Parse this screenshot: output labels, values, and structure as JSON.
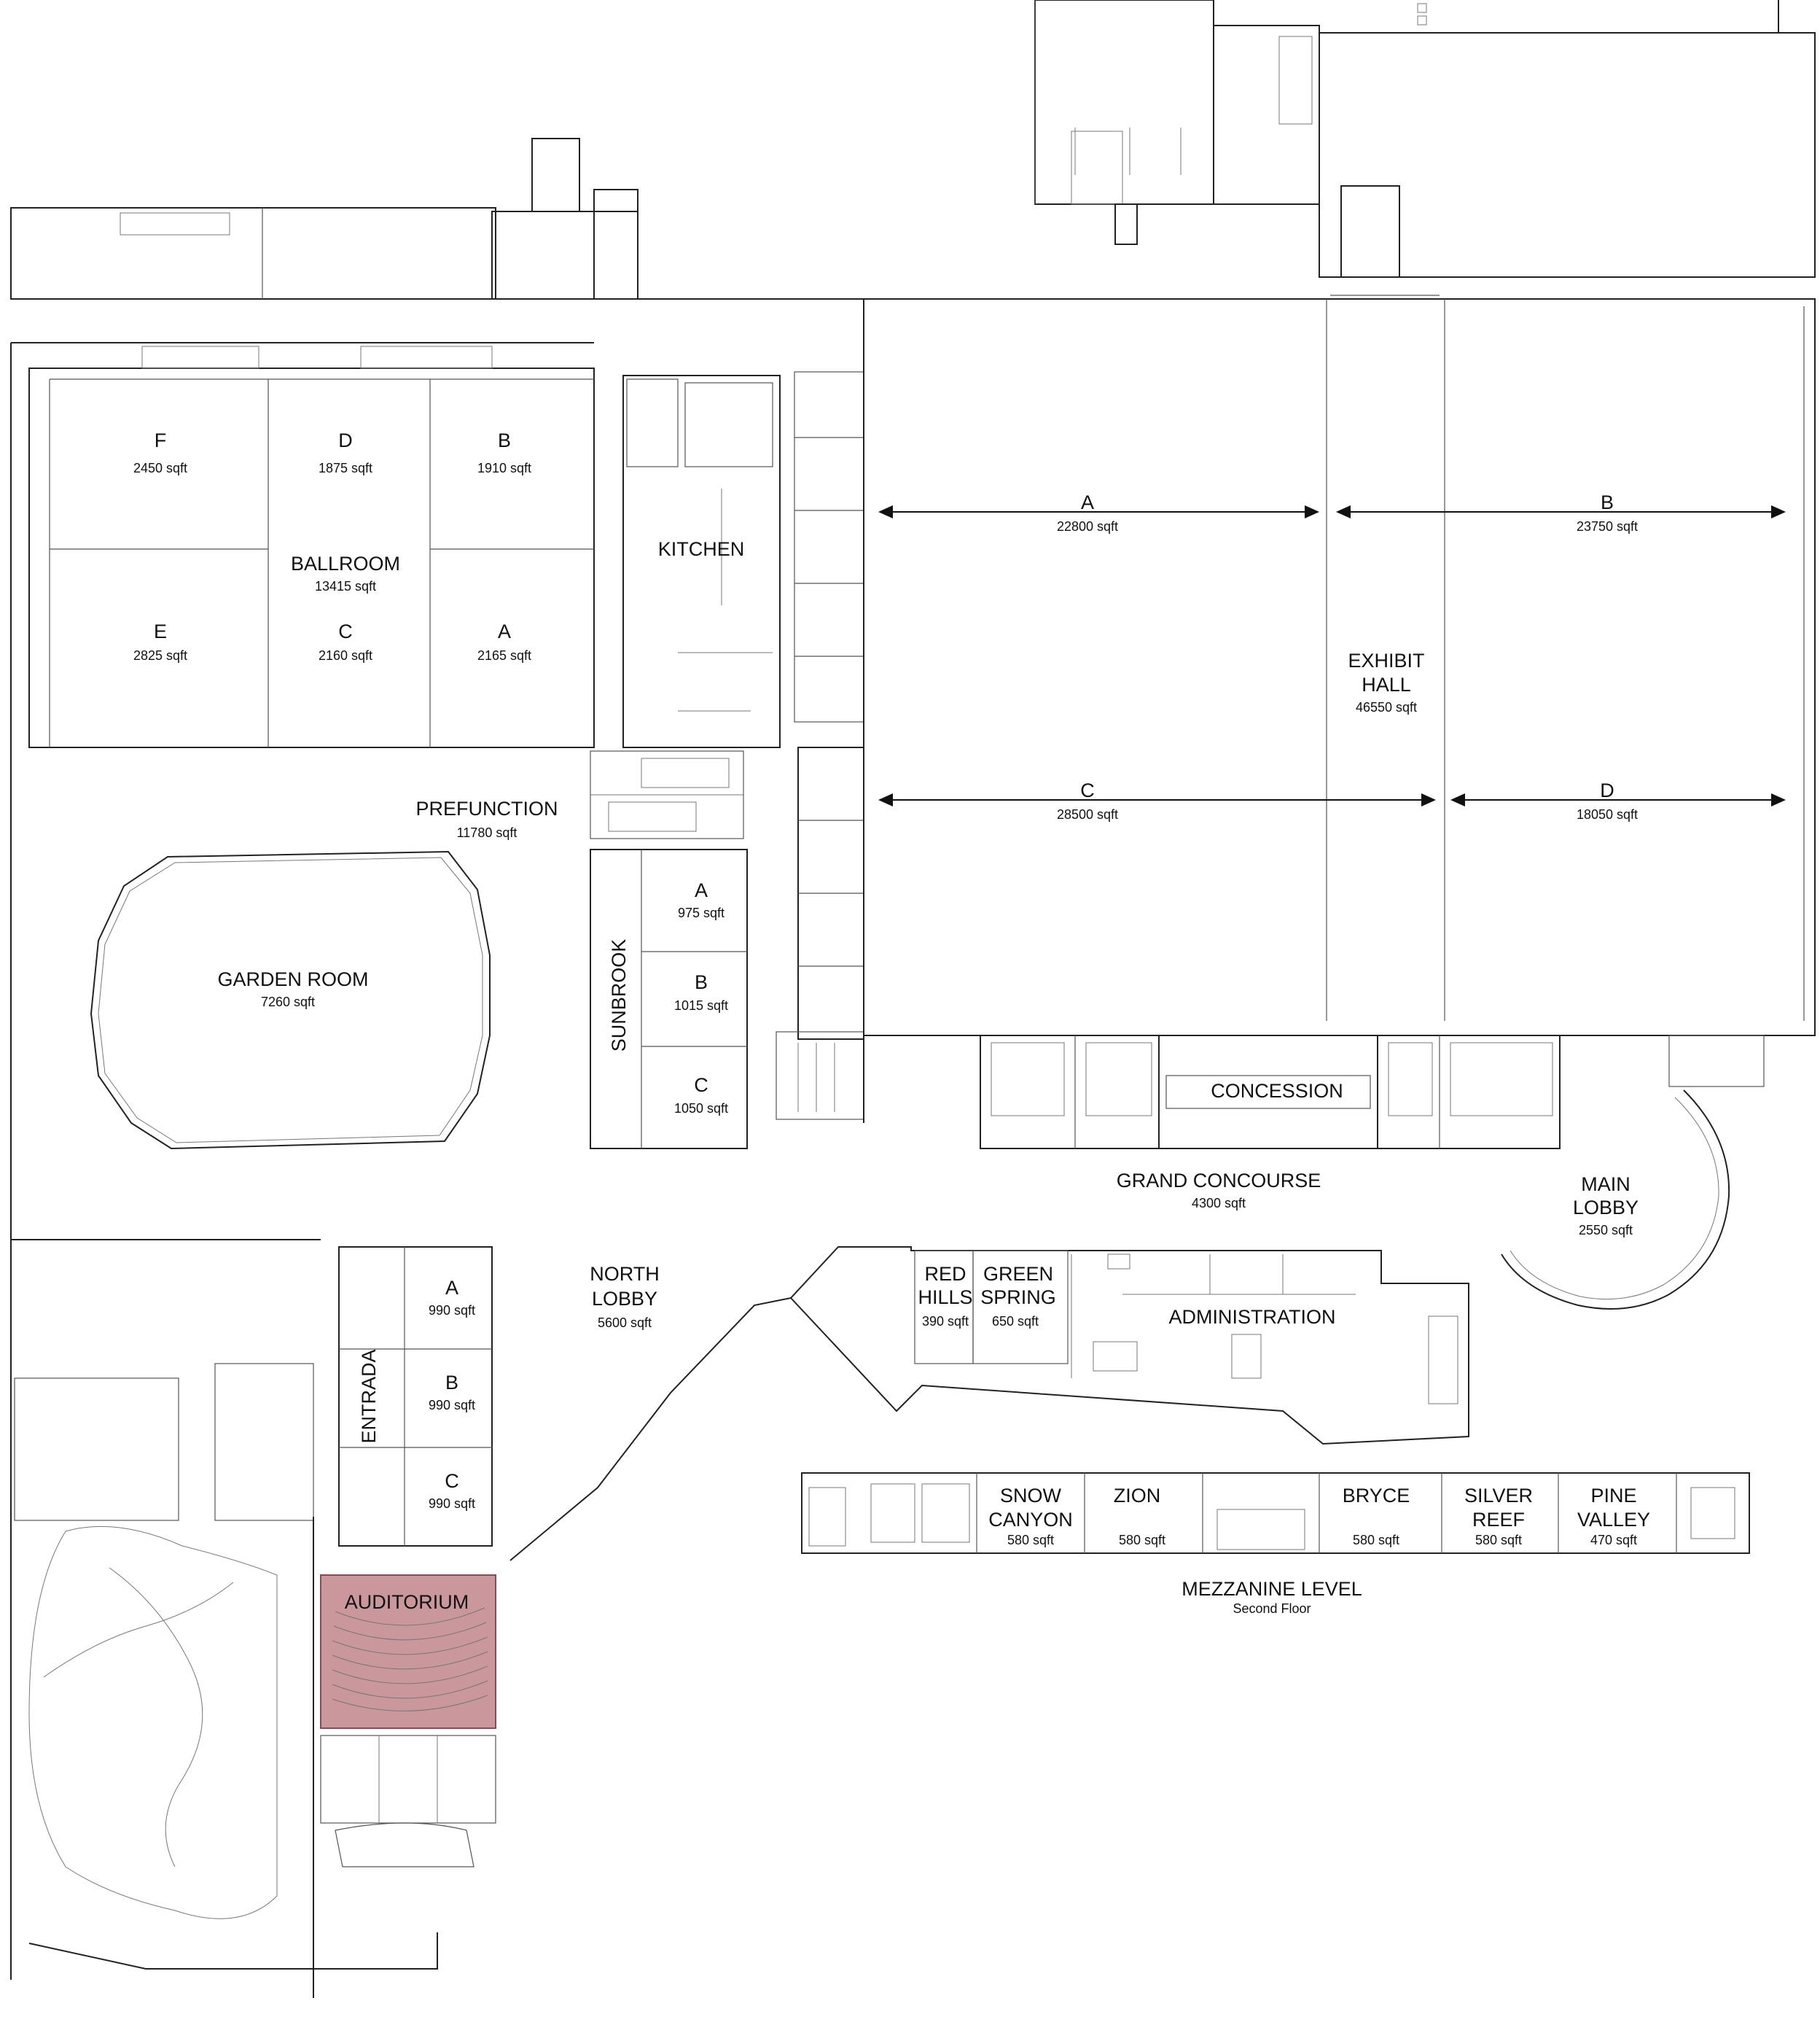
{
  "rooms": {
    "ballroom_f": {
      "name": "F",
      "area": "2450 sqft"
    },
    "ballroom_d": {
      "name": "D",
      "area": "1875 sqft"
    },
    "ballroom_b": {
      "name": "B",
      "area": "1910 sqft"
    },
    "ballroom": {
      "name": "BALLROOM",
      "area": "13415 sqft"
    },
    "ballroom_e": {
      "name": "E",
      "area": "2825 sqft"
    },
    "ballroom_c": {
      "name": "C",
      "area": "2160 sqft"
    },
    "ballroom_a": {
      "name": "A",
      "area": "2165 sqft"
    },
    "kitchen": {
      "name": "KITCHEN"
    },
    "exhibit_a": {
      "name": "A",
      "area": "22800 sqft"
    },
    "exhibit_b": {
      "name": "B",
      "area": "23750 sqft"
    },
    "exhibit_hall": {
      "name_line1": "EXHIBIT",
      "name_line2": "HALL",
      "area": "46550 sqft"
    },
    "exhibit_c": {
      "name": "C",
      "area": "28500 sqft"
    },
    "exhibit_d": {
      "name": "D",
      "area": "18050 sqft"
    },
    "prefunction": {
      "name": "PREFUNCTION",
      "area": "11780 sqft"
    },
    "garden_room": {
      "name": "GARDEN  ROOM",
      "area": "7260 sqft"
    },
    "sunbrook": {
      "name": "SUNBROOK"
    },
    "sunbrook_a": {
      "name": "A",
      "area": "975 sqft"
    },
    "sunbrook_b": {
      "name": "B",
      "area": "1015 sqft"
    },
    "sunbrook_c": {
      "name": "C",
      "area": "1050 sqft"
    },
    "concession": {
      "name": "CONCESSION"
    },
    "grand_concourse": {
      "name": "GRAND CONCOURSE",
      "area": "4300 sqft"
    },
    "main_lobby": {
      "name_line1": "MAIN",
      "name_line2": "LOBBY",
      "area": "2550 sqft"
    },
    "north_lobby": {
      "name_line1": "NORTH",
      "name_line2": "LOBBY",
      "area": "5600 sqft"
    },
    "red_hills": {
      "name_line1": "RED",
      "name_line2": "HILLS",
      "area": "390 sqft"
    },
    "green_spring": {
      "name_line1": "GREEN",
      "name_line2": "SPRING",
      "area": "650 sqft"
    },
    "administration": {
      "name": "ADMINISTRATION"
    },
    "entrada": {
      "name": "ENTRADA"
    },
    "entrada_a": {
      "name": "A",
      "area": "990 sqft"
    },
    "entrada_b": {
      "name": "B",
      "area": "990 sqft"
    },
    "entrada_c": {
      "name": "C",
      "area": "990 sqft"
    },
    "auditorium": {
      "name": "AUDITORIUM"
    },
    "snow_canyon": {
      "name_line1": "SNOW",
      "name_line2": "CANYON",
      "area": "580 sqft"
    },
    "zion": {
      "name": "ZION",
      "area": "580 sqft"
    },
    "bryce": {
      "name": "BRYCE",
      "area": "580 sqft"
    },
    "silver_reef": {
      "name_line1": "SILVER",
      "name_line2": "REEF",
      "area": "580 sqft"
    },
    "pine_valley": {
      "name_line1": "PINE",
      "name_line2": "VALLEY",
      "area": "470 sqft"
    }
  },
  "mezzanine": {
    "title": "MEZZANINE LEVEL",
    "subtitle": "Second Floor"
  },
  "colors": {
    "auditorium_fill": "#c9979c",
    "auditorium_stroke": "#8a4a52",
    "line": "#222222"
  }
}
